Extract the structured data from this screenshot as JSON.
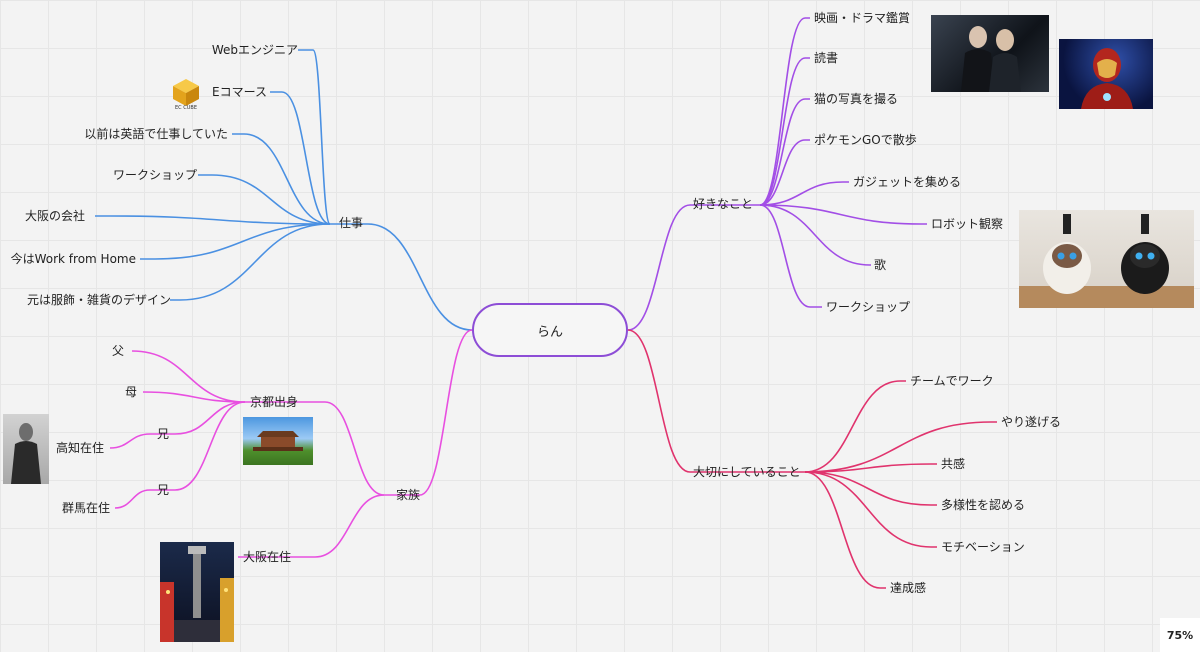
{
  "root": {
    "label": "らん"
  },
  "branches": {
    "work": {
      "label": "仕事",
      "color": "#4a90e2",
      "children": [
        "Webエンジニア",
        "Eコマース",
        "以前は英語で仕事していた",
        "ワークショップ",
        "大阪の会社",
        "今はWork from Home",
        "元は服飾・雑貨のデザイン"
      ]
    },
    "likes": {
      "label": "好きなこと",
      "color": "#a24ee6",
      "children": [
        "映画・ドラマ鑑賞",
        "読書",
        "猫の写真を撮る",
        "ポケモンGOで散歩",
        "ガジェットを集める",
        "ロボット観察",
        "歌",
        "ワークショップ"
      ]
    },
    "values": {
      "label": "大切にしていること",
      "color": "#e0336d",
      "children": [
        "チームでワーク",
        "やり遂げる",
        "共感",
        "多様性を認める",
        "モチベーション",
        "達成感"
      ]
    },
    "family": {
      "label": "家族",
      "color": "#e84fe0",
      "kyoto": {
        "label": "京都出身",
        "children": [
          "父",
          "母",
          "兄",
          "兄"
        ],
        "brother_homes": [
          "高知在住",
          "群馬在住"
        ]
      },
      "osaka": {
        "label": "大阪在住"
      }
    }
  },
  "logo": {
    "text": "EC CUBE"
  },
  "zoom": "75%"
}
